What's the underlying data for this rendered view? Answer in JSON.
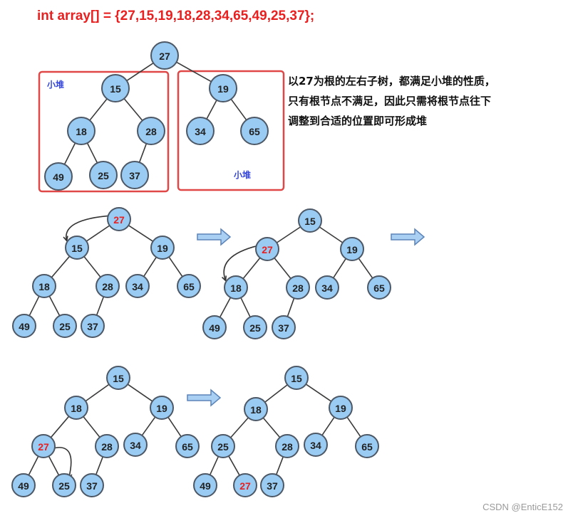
{
  "code_line": "int array[] = {27,15,19,18,28,34,65,49,25,37};",
  "explanation": [
    "以27为根的左右子树，都满足小堆的性质，",
    "只有根节点不满足，因此只需将根节点往下",
    "调整到合适的位置即可形成堆"
  ],
  "left_box_label": "小堆",
  "right_box_label": "小堆",
  "watermark": "CSDN @EnticE152",
  "trees": [
    {
      "name": "initial-tree",
      "values": [
        "27",
        "15",
        "19",
        "18",
        "28",
        "34",
        "65",
        "49",
        "25",
        "37"
      ],
      "highlight": null
    },
    {
      "name": "step1-tree",
      "values": [
        "27",
        "15",
        "19",
        "18",
        "28",
        "34",
        "65",
        "49",
        "25",
        "37"
      ],
      "highlight": 0
    },
    {
      "name": "step2-tree",
      "values": [
        "15",
        "27",
        "19",
        "18",
        "28",
        "34",
        "65",
        "49",
        "25",
        "37"
      ],
      "highlight": 1
    },
    {
      "name": "step3-tree",
      "values": [
        "15",
        "18",
        "19",
        "27",
        "28",
        "34",
        "65",
        "49",
        "25",
        "37"
      ],
      "highlight": 3
    },
    {
      "name": "final-tree",
      "values": [
        "15",
        "18",
        "19",
        "25",
        "28",
        "34",
        "65",
        "49",
        "27",
        "37"
      ],
      "highlight": 8
    }
  ],
  "colors": {
    "node_fill": "#99cbf3",
    "node_stroke": "#4d5866",
    "highlight_text": "#e82020",
    "box_border": "#e04848",
    "box_label": "#3344dd",
    "title": "#e82020"
  }
}
